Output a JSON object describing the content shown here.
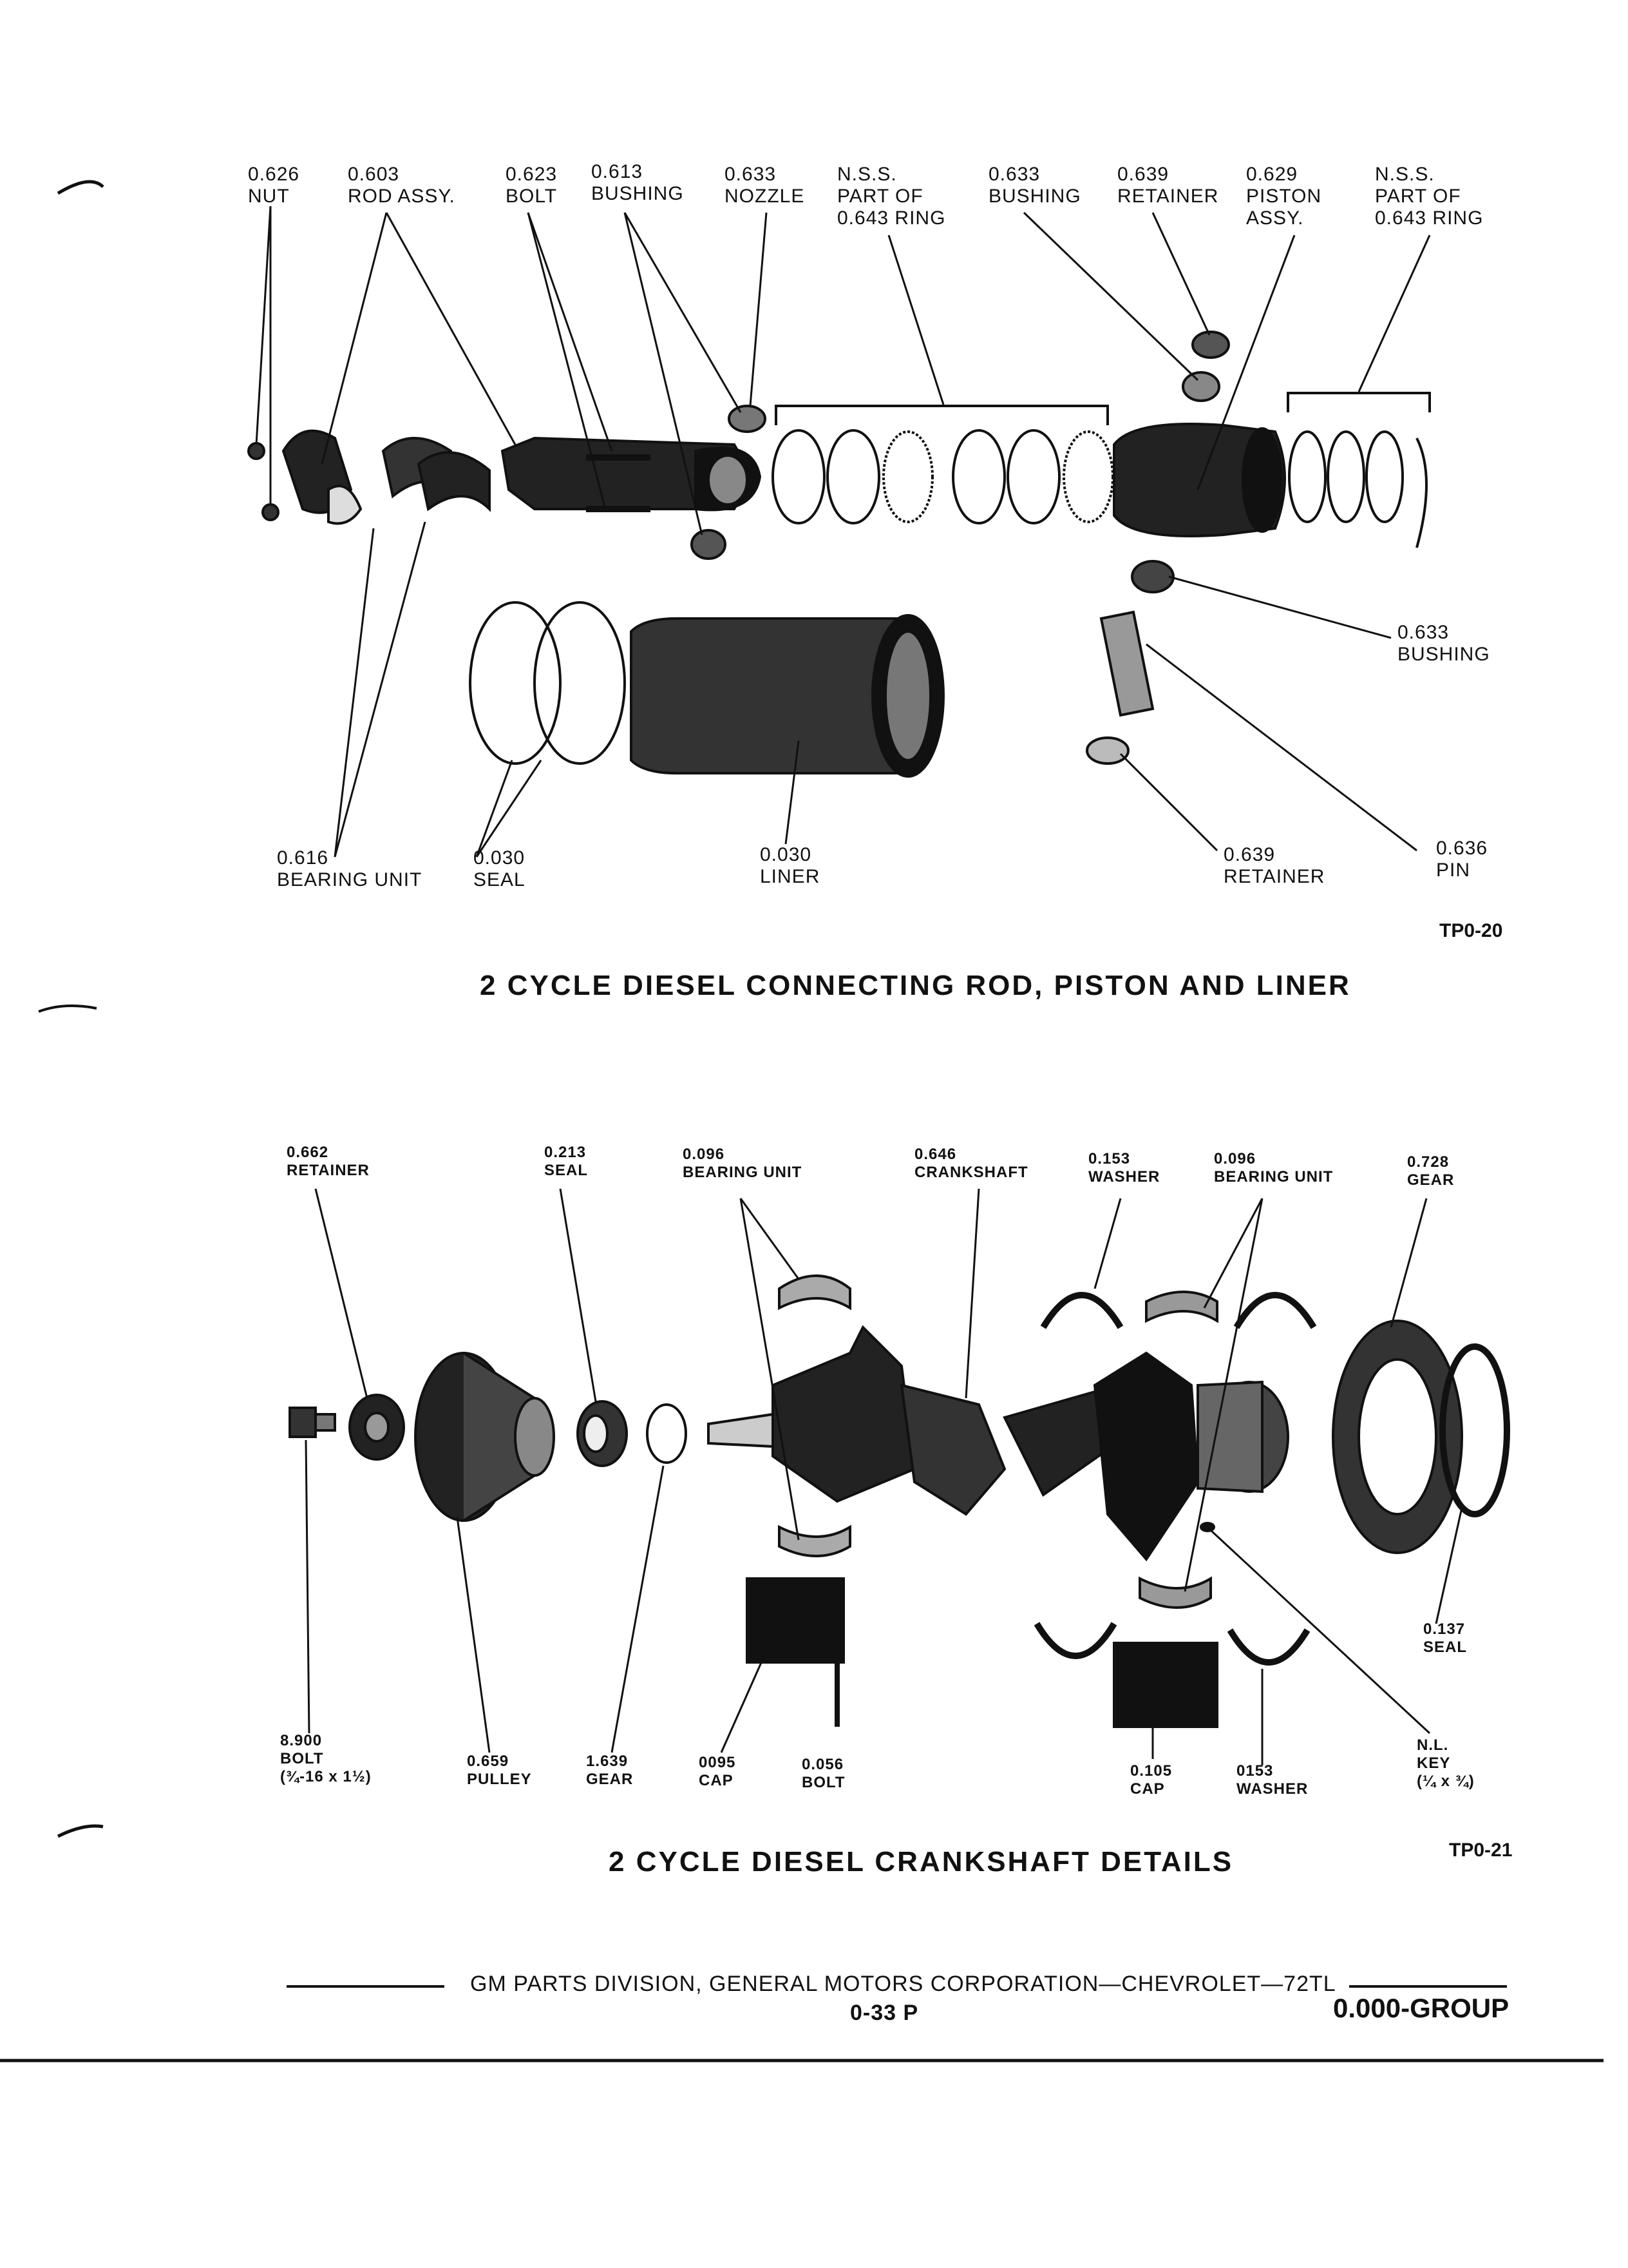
{
  "figure1": {
    "title": "2 CYCLE DIESEL CONNECTING ROD, PISTON AND LINER",
    "code": "TP0-20",
    "labels": [
      {
        "num": "0.626",
        "name": "NUT"
      },
      {
        "num": "0.603",
        "name": "ROD ASSY."
      },
      {
        "num": "0.623",
        "name": "BOLT"
      },
      {
        "num": "0.613",
        "name": "BUSHING"
      },
      {
        "num": "0.633",
        "name": "NOZZLE"
      },
      {
        "num": "N.S.S.",
        "name": "PART OF",
        "extra": "0.643 RING"
      },
      {
        "num": "0.633",
        "name": "BUSHING"
      },
      {
        "num": "0.639",
        "name": "RETAINER"
      },
      {
        "num": "0.629",
        "name": "PISTON",
        "extra": "ASSY."
      },
      {
        "num": "N.S.S.",
        "name": "PART OF",
        "extra": "0.643 RING"
      },
      {
        "num": "0.633",
        "name": "BUSHING"
      },
      {
        "num": "0.616",
        "name": "BEARING UNIT"
      },
      {
        "num": "0.030",
        "name": "SEAL"
      },
      {
        "num": "0.030",
        "name": "LINER"
      },
      {
        "num": "0.639",
        "name": "RETAINER"
      },
      {
        "num": "0.636",
        "name": "PIN"
      }
    ]
  },
  "figure2": {
    "title": "2 CYCLE DIESEL CRANKSHAFT DETAILS",
    "code": "TP0-21",
    "labels": [
      {
        "num": "0.662",
        "name": "RETAINER"
      },
      {
        "num": "0.213",
        "name": "SEAL"
      },
      {
        "num": "0.096",
        "name": "BEARING UNIT"
      },
      {
        "num": "0.646",
        "name": "CRANKSHAFT"
      },
      {
        "num": "0.153",
        "name": "WASHER"
      },
      {
        "num": "0.096",
        "name": "BEARING UNIT"
      },
      {
        "num": "0.728",
        "name": "GEAR"
      },
      {
        "num": "0.137",
        "name": "SEAL"
      },
      {
        "num": "8.900",
        "name": "BOLT",
        "extra": "(¾-16 x 1½)"
      },
      {
        "num": "0.659",
        "name": "PULLEY"
      },
      {
        "num": "1.639",
        "name": "GEAR"
      },
      {
        "num": "0095",
        "name": "CAP"
      },
      {
        "num": "0.056",
        "name": "BOLT"
      },
      {
        "num": "0.105",
        "name": "CAP"
      },
      {
        "num": "0153",
        "name": "WASHER"
      },
      {
        "num": "N.L.",
        "name": "KEY",
        "extra": "(¼ x ¾)"
      }
    ]
  },
  "footer": {
    "text": "GM PARTS DIVISION, GENERAL MOTORS CORPORATION—CHEVROLET—72TL",
    "page": "0-33 P",
    "group": "0.000-GROUP"
  }
}
